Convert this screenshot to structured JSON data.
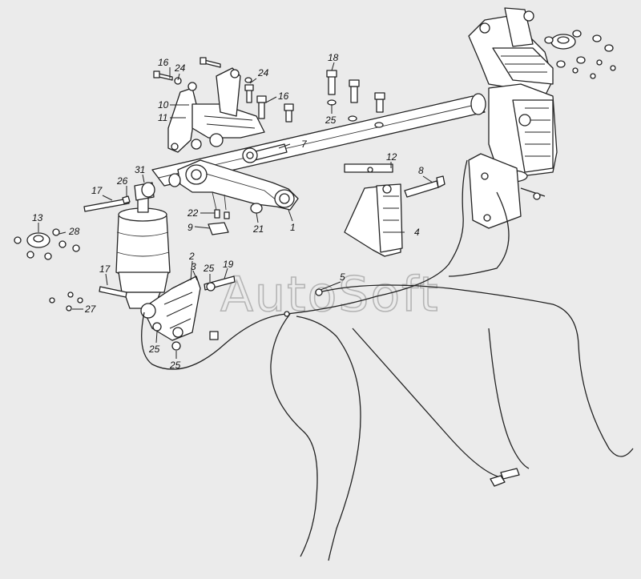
{
  "watermark": "AutoSoft",
  "callouts": [
    {
      "id": "c16a",
      "text": "16"
    },
    {
      "id": "c24a",
      "text": "24"
    },
    {
      "id": "c10",
      "text": "10"
    },
    {
      "id": "c11",
      "text": "11"
    },
    {
      "id": "c24b",
      "text": "24"
    },
    {
      "id": "c16b",
      "text": "16"
    },
    {
      "id": "c18",
      "text": "18"
    },
    {
      "id": "c25a",
      "text": "25"
    },
    {
      "id": "c7",
      "text": "7"
    },
    {
      "id": "c12",
      "text": "12"
    },
    {
      "id": "c8",
      "text": "8"
    },
    {
      "id": "c31",
      "text": "31"
    },
    {
      "id": "c26",
      "text": "26"
    },
    {
      "id": "c17a",
      "text": "17"
    },
    {
      "id": "c22",
      "text": "22"
    },
    {
      "id": "c9",
      "text": "9"
    },
    {
      "id": "c21",
      "text": "21"
    },
    {
      "id": "c1",
      "text": "1"
    },
    {
      "id": "c4",
      "text": "4"
    },
    {
      "id": "c13",
      "text": "13"
    },
    {
      "id": "c28",
      "text": "28"
    },
    {
      "id": "c2",
      "text": "2"
    },
    {
      "id": "c3",
      "text": "3"
    },
    {
      "id": "c25b",
      "text": "25"
    },
    {
      "id": "c19",
      "text": "19"
    },
    {
      "id": "c5",
      "text": "5"
    },
    {
      "id": "c17b",
      "text": "17"
    },
    {
      "id": "c27",
      "text": "27"
    },
    {
      "id": "c25c",
      "text": "25"
    },
    {
      "id": "c25d",
      "text": "25"
    }
  ]
}
